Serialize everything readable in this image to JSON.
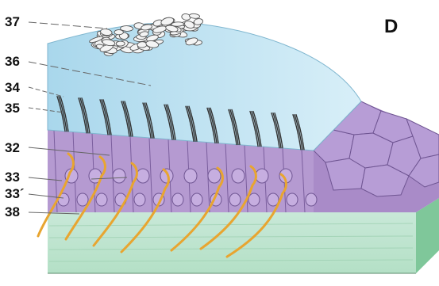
{
  "panel_letter": "D",
  "labels": [
    "37",
    "36",
    "34",
    "35",
    "32",
    "33",
    "33´",
    "38"
  ]
}
